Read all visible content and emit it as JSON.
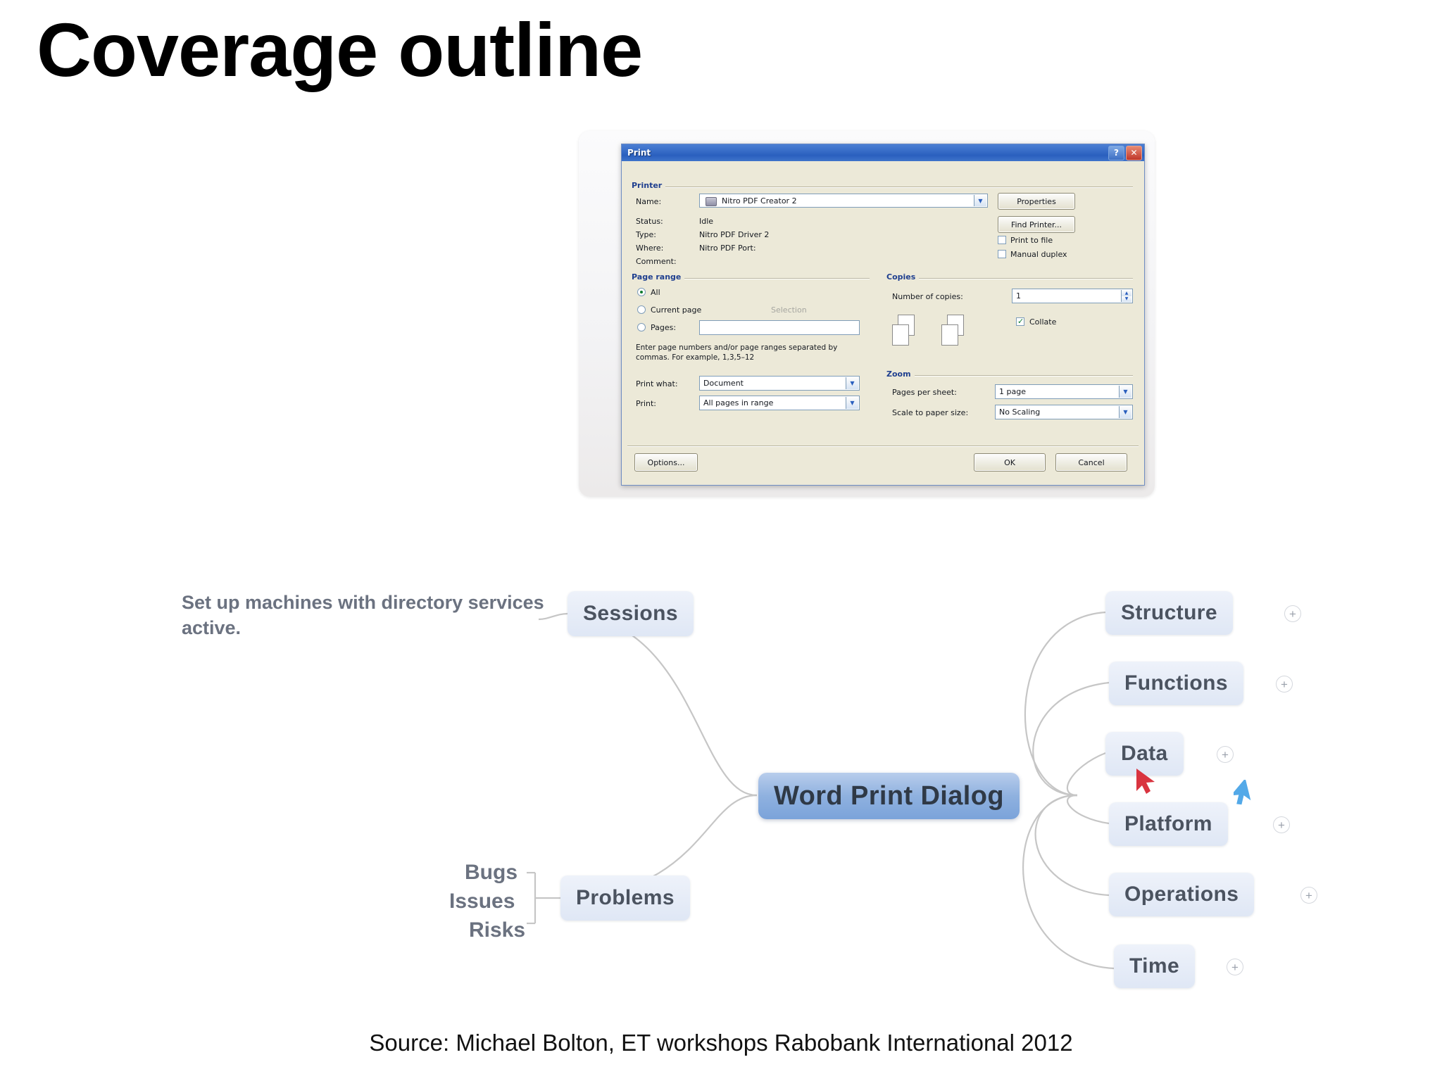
{
  "slide": {
    "title": "Coverage outline",
    "source_caption": "Source: Michael Bolton, ET workshops Rabobank International 2012"
  },
  "print_dialog": {
    "title": "Print",
    "help_icon": "?",
    "close_icon": "✕",
    "printer_group": "Printer",
    "name_label": "Name:",
    "name_value": "Nitro PDF Creator 2",
    "properties_button": "Properties",
    "find_printer_button": "Find Printer...",
    "status_label": "Status:",
    "status_value": "Idle",
    "type_label": "Type:",
    "type_value": "Nitro PDF Driver 2",
    "where_label": "Where:",
    "where_value": "Nitro PDF Port:",
    "comment_label": "Comment:",
    "print_to_file_label": "Print to file",
    "manual_duplex_label": "Manual duplex",
    "page_range_group": "Page range",
    "all_label": "All",
    "current_page_label": "Current page",
    "selection_label": "Selection",
    "pages_label": "Pages:",
    "pages_value": "",
    "pages_hint": "Enter page numbers and/or page ranges separated by commas.  For example, 1,3,5–12",
    "copies_group": "Copies",
    "number_of_copies_label": "Number of copies:",
    "number_of_copies_value": "1",
    "collate_label": "Collate",
    "print_what_label": "Print what:",
    "print_what_value": "Document",
    "print_label": "Print:",
    "print_value": "All pages in range",
    "zoom_group": "Zoom",
    "pages_per_sheet_label": "Pages per sheet:",
    "pages_per_sheet_value": "1 page",
    "scale_to_paper_label": "Scale to paper size:",
    "scale_to_paper_value": "No Scaling",
    "options_button": "Options...",
    "ok_button": "OK",
    "cancel_button": "Cancel"
  },
  "mindmap": {
    "center": "Word Print Dialog",
    "expand_glyph": "+",
    "left_branches": [
      {
        "label": "Sessions",
        "note": "Set up machines with directory services active."
      },
      {
        "label": "Problems",
        "leaves": [
          "Bugs",
          "Issues",
          "Risks"
        ]
      }
    ],
    "right_branches": [
      {
        "label": "Structure"
      },
      {
        "label": "Functions"
      },
      {
        "label": "Data"
      },
      {
        "label": "Platform"
      },
      {
        "label": "Operations"
      },
      {
        "label": "Time"
      }
    ],
    "cursors": [
      {
        "name": "red-cursor",
        "color": "#d9343f"
      },
      {
        "name": "blue-cursor",
        "color": "#53a9e8"
      }
    ]
  }
}
